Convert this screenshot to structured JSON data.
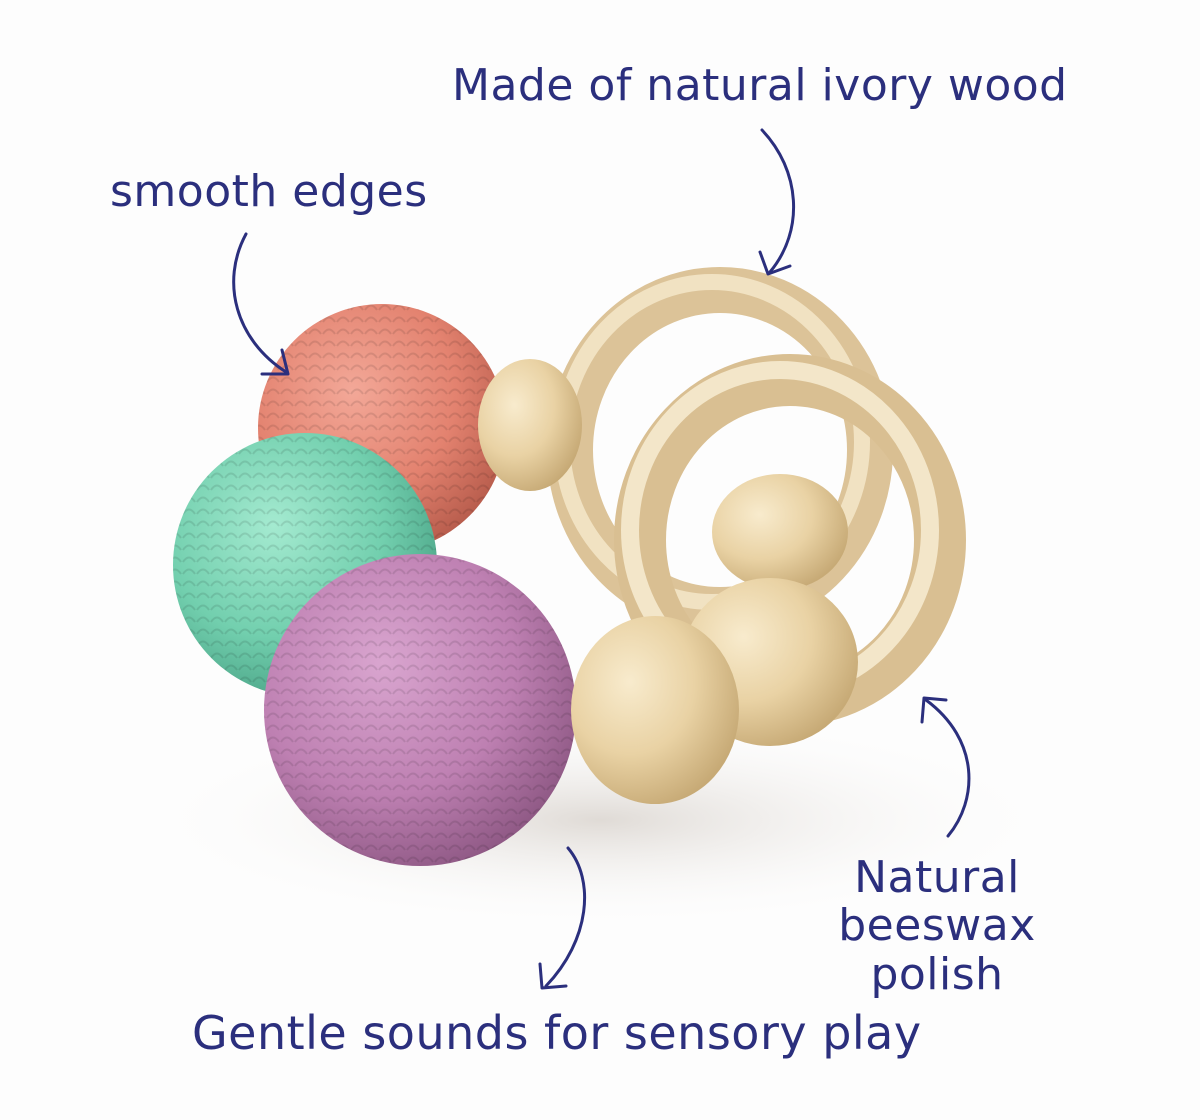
{
  "callouts": {
    "wood": "Made of natural ivory wood",
    "edges": "smooth edges",
    "polish_line1": "Natural beeswax",
    "polish_line2": "polish",
    "sounds": "Gentle sounds for sensory play"
  },
  "colors": {
    "text": "#2b2f7d",
    "arrow": "#2b2f7d",
    "bead_coral": "#e48a78",
    "bead_mint": "#7fd6b7",
    "bead_mauve": "#c385b8",
    "wood": "#e6d2a8",
    "background": "#fdfdfd"
  },
  "icons": {
    "arrow_wood": "curved-arrow-down-icon",
    "arrow_edges": "curved-arrow-down-right-icon",
    "arrow_polish": "curved-arrow-up-icon",
    "arrow_sounds": "curved-arrow-down-left-icon"
  }
}
